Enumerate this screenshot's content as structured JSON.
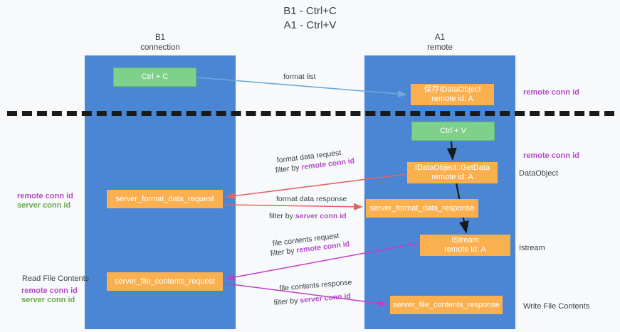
{
  "title": {
    "line1": "B1 - Ctrl+C",
    "line2": "A1 - Ctrl+V"
  },
  "colors": {
    "background": "#f8f9fa",
    "column": "#4a86d4",
    "box_orange": "#fbb050",
    "box_green": "#7ed08a",
    "accent_purple": "#b14fc5",
    "accent_green": "#6aa84f",
    "arrow_blue": "#6fa8dc",
    "arrow_red": "#e06666",
    "arrow_magenta": "#c23fc2",
    "arrow_black": "#1a1a1a",
    "text": "#3c4043"
  },
  "columns": [
    {
      "name": "B1",
      "subtitle": "connection"
    },
    {
      "name": "A1",
      "subtitle": "remote"
    }
  ],
  "boxes": {
    "ctrl_c": "Ctrl + C",
    "ctrl_v": "Ctrl + V",
    "save_idataobject_l1": "保存IDataObject",
    "save_idataobject_l2": "remote id: A",
    "getdata_l1": "IDataObject::GetData",
    "getdata_l2": "remote id: A",
    "server_format_data_request": "server_format_data_request",
    "server_format_data_response": "server_format_data_response",
    "istream_l1": "IStream",
    "istream_l2": "remote id: A",
    "server_file_contents_request": "server_file_contents_request",
    "server_file_contents_response": "server_file_contents_response"
  },
  "right_annotations": {
    "remote_conn_id_top": "remote conn id",
    "remote_conn_id_mid": "remote conn id",
    "dataobject": "DataObject",
    "istream": "Istream",
    "write_file_contents": "Write File Contents"
  },
  "left_annotations": {
    "remote_conn_id_mid": "remote conn id",
    "server_conn_id_mid": "server conn id",
    "read_file_contents": "Read File Contents",
    "remote_conn_id_bottom": "remote conn id",
    "server_conn_id_bottom": "server conn id"
  },
  "flow_labels": {
    "format_list": "format list",
    "format_data_request": "format data request",
    "format_data_request_filter_prefix": "filter by ",
    "format_data_request_filter_key": "remote conn id",
    "format_data_response": "format data response",
    "format_data_response_filter_prefix": "filter by ",
    "format_data_response_filter_key": "server conn id",
    "file_contents_request": "file contents request",
    "file_contents_request_filter_prefix": "filter by ",
    "file_contents_request_filter_key": "remote conn id",
    "file_contents_response": "file contents response",
    "file_contents_response_filter_prefix": "filter by ",
    "file_contents_response_filter_key": "server conn id"
  }
}
